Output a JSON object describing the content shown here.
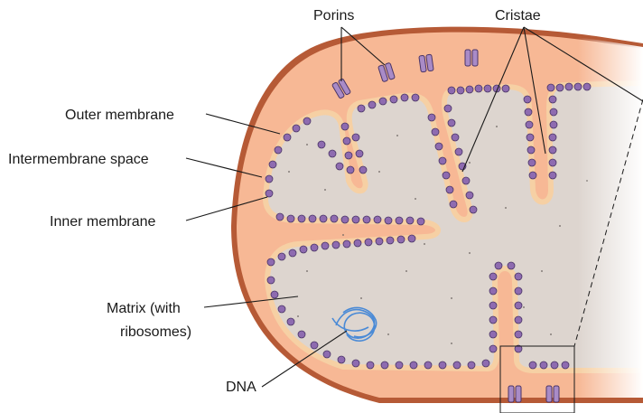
{
  "labels": {
    "porins": "Porins",
    "cristae": "Cristae",
    "outer_membrane": "Outer membrane",
    "intermembrane_space": "Intermembrane space",
    "inner_membrane": "Inner membrane",
    "matrix_line1": "Matrix (with",
    "matrix_line2": "ribosomes)",
    "dna": "DNA"
  },
  "colors": {
    "outer_membrane": "#ec8a63",
    "outer_membrane_edge": "#b65a36",
    "intermembrane": "#f7b895",
    "inner_membrane": "#f6d0a4",
    "matrix": "#ddd5cf",
    "atp_synthase": "#8e6bb0",
    "atp_synthase_edge": "#4a3466",
    "porin": "#a98bc7",
    "dna": "#4a8ad6"
  }
}
